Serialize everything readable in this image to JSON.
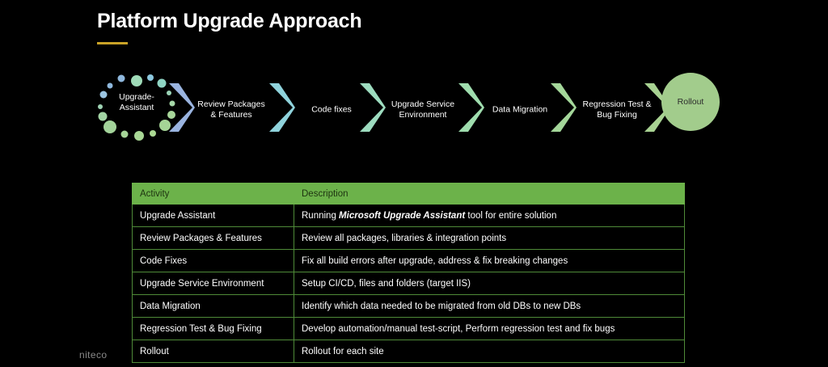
{
  "slide": {
    "title": "Platform Upgrade Approach",
    "background_color": "#000000",
    "accent_color": "#6cb24a",
    "title_rule_color": "#c9a227"
  },
  "flow": {
    "start_node": {
      "label_line1": "Upgrade-",
      "label_line2": "Assistant"
    },
    "steps": [
      {
        "label_line1": "Review Packages",
        "label_line2": "& Features",
        "chevron_color": "#9ab4e0"
      },
      {
        "label_line1": "Code fixes",
        "label_line2": "",
        "chevron_color": "#8fd3dc"
      },
      {
        "label_line1": "Upgrade Service",
        "label_line2": "Environment",
        "chevron_color": "#9ddcbf"
      },
      {
        "label_line1": "Data Migration",
        "label_line2": "",
        "chevron_color": "#9fddae"
      },
      {
        "label_line1": "Regression Test &",
        "label_line2": "Bug Fixing",
        "chevron_color": "#a4d79a"
      },
      {
        "label_line1": "Rollout",
        "label_line2": "",
        "chevron_color": "#a8d292"
      }
    ],
    "end_node": {
      "label": "Rollout",
      "color": "#a2cc8c"
    }
  },
  "table": {
    "headers": [
      "Activity",
      "Description"
    ],
    "rows": [
      {
        "activity": "Upgrade Assistant",
        "desc_pre": "Running ",
        "desc_emph": "Microsoft Upgrade Assistant",
        "desc_post": " tool for entire solution"
      },
      {
        "activity": "Review Packages & Features",
        "desc_pre": "Review all packages, libraries & integration points",
        "desc_emph": "",
        "desc_post": ""
      },
      {
        "activity": "Code Fixes",
        "desc_pre": "Fix all build errors after upgrade, address & fix breaking changes",
        "desc_emph": "",
        "desc_post": ""
      },
      {
        "activity": "Upgrade Service Environment",
        "desc_pre": "Setup CI/CD, files and folders (target IIS)",
        "desc_emph": "",
        "desc_post": ""
      },
      {
        "activity": "Data Migration",
        "desc_pre": "Identify which data needed to be migrated from old DBs to new DBs",
        "desc_emph": "",
        "desc_post": ""
      },
      {
        "activity": "Regression Test & Bug Fixing",
        "desc_pre": "Develop automation/manual test-script, Perform regression test and fix bugs",
        "desc_emph": "",
        "desc_post": ""
      },
      {
        "activity": "Rollout",
        "desc_pre": "Rollout for each site",
        "desc_emph": "",
        "desc_post": ""
      }
    ]
  },
  "logo": {
    "text": "niteco"
  }
}
